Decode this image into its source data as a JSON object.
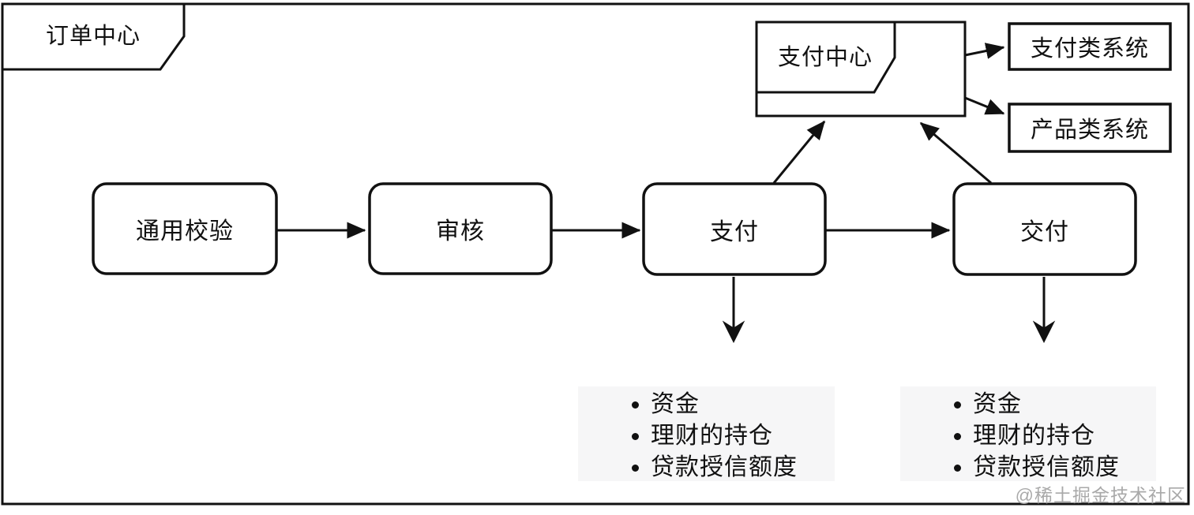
{
  "frame": {
    "label": "订单中心"
  },
  "flow": {
    "steps": [
      {
        "label": "通用校验"
      },
      {
        "label": "审核"
      },
      {
        "label": "支付"
      },
      {
        "label": "交付"
      }
    ]
  },
  "payment_center": {
    "label": "支付中心"
  },
  "external_systems": [
    {
      "label": "支付类系统"
    },
    {
      "label": "产品类系统"
    }
  ],
  "ledger_lists": {
    "payment": {
      "items": [
        "资金",
        "理财的持仓",
        "贷款授信额度"
      ]
    },
    "delivery": {
      "items": [
        "资金",
        "理财的持仓",
        "贷款授信额度"
      ]
    }
  },
  "watermark": "@稀土掘金技术社区",
  "colors": {
    "line": "#111111",
    "box_fill": "#ffffff",
    "panel_background": "#f6f6f7",
    "watermark_text": "#a9a9a9",
    "background": "#ffffff"
  }
}
